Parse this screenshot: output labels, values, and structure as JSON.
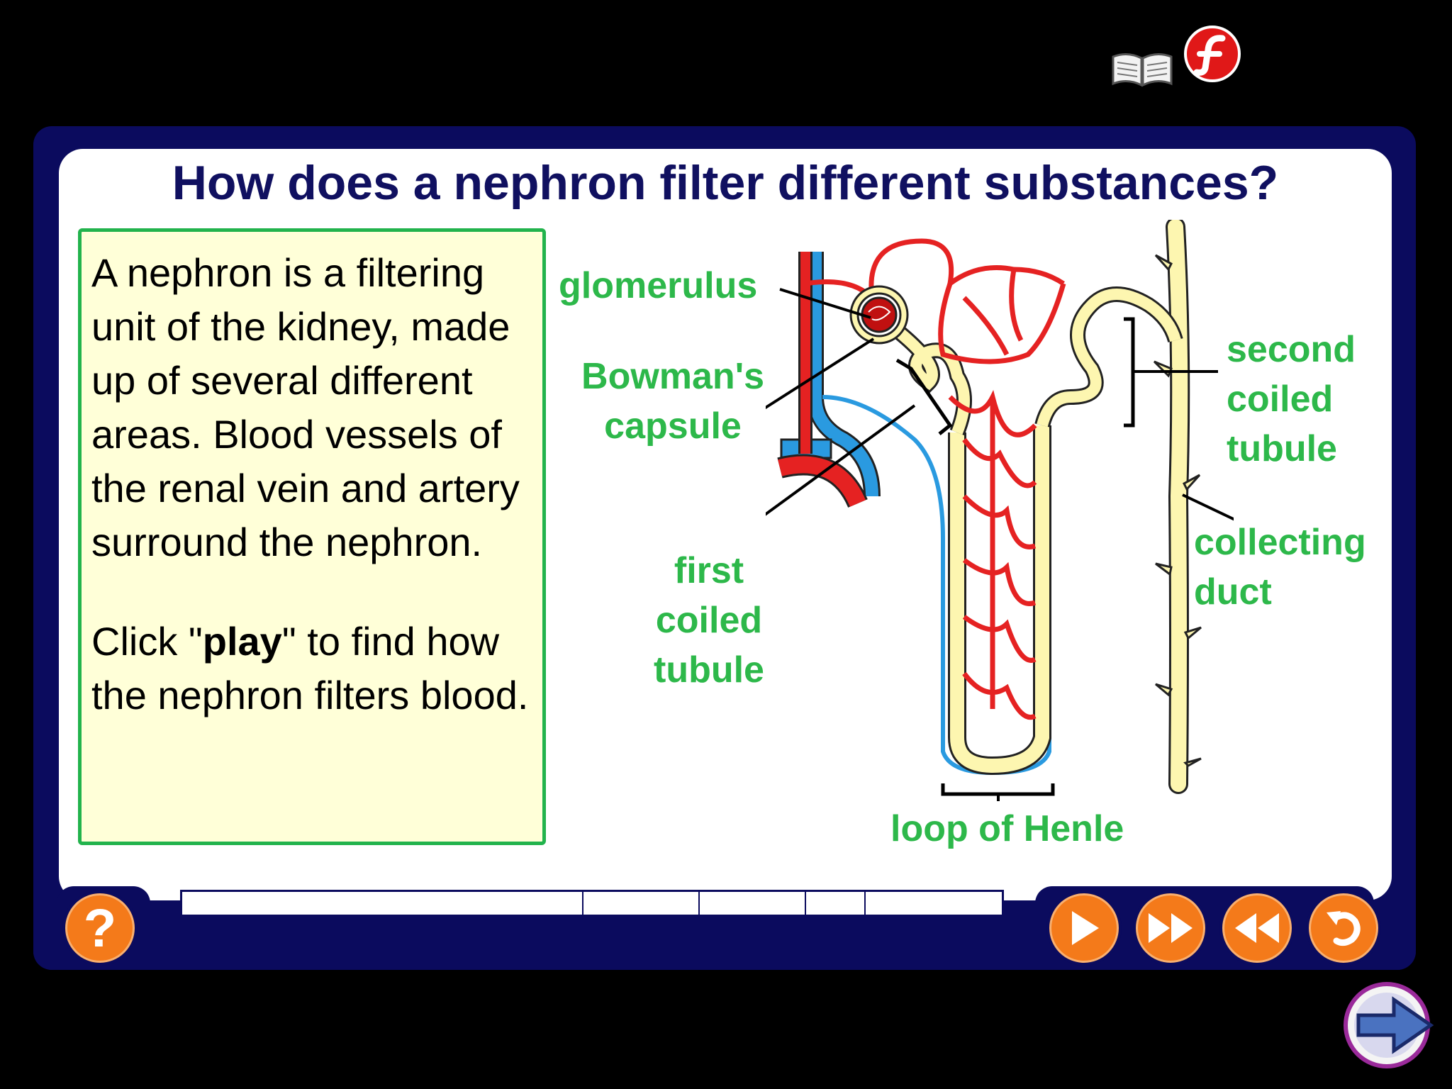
{
  "header": {
    "title": "How does a nephron filter different substances?"
  },
  "intro": {
    "paragraph1": "A nephron is a filtering unit of the kidney, made up of several different areas. Blood vessels of the renal vein and artery surround the nephron.",
    "paragraph2_before": "Click \"",
    "paragraph2_bold": "play",
    "paragraph2_after": "\" to find how the nephron filters blood."
  },
  "diagram": {
    "labels": {
      "glomerulus": "glomerulus",
      "bowmans_line1": "Bowman's",
      "bowmans_line2": "capsule",
      "first_line1": "first",
      "first_line2": "coiled",
      "first_line3": "tubule",
      "second_line1": "second",
      "second_line2": "coiled",
      "second_line3": "tubule",
      "collecting_line1": "collecting",
      "collecting_line2": "duct",
      "loop": "loop of Henle"
    }
  },
  "controls": {
    "help_label": "?",
    "play_icon": "play-icon",
    "fast_forward_icon": "fast-forward-icon",
    "rewind_icon": "rewind-icon",
    "replay_icon": "replay-icon"
  },
  "colors": {
    "frame": "#0b0b5e",
    "accent": "#f47a1a",
    "label_green": "#2db84a",
    "artery": "#e52222",
    "vein": "#2a9ae0",
    "tubule": "#fdf6b0"
  }
}
